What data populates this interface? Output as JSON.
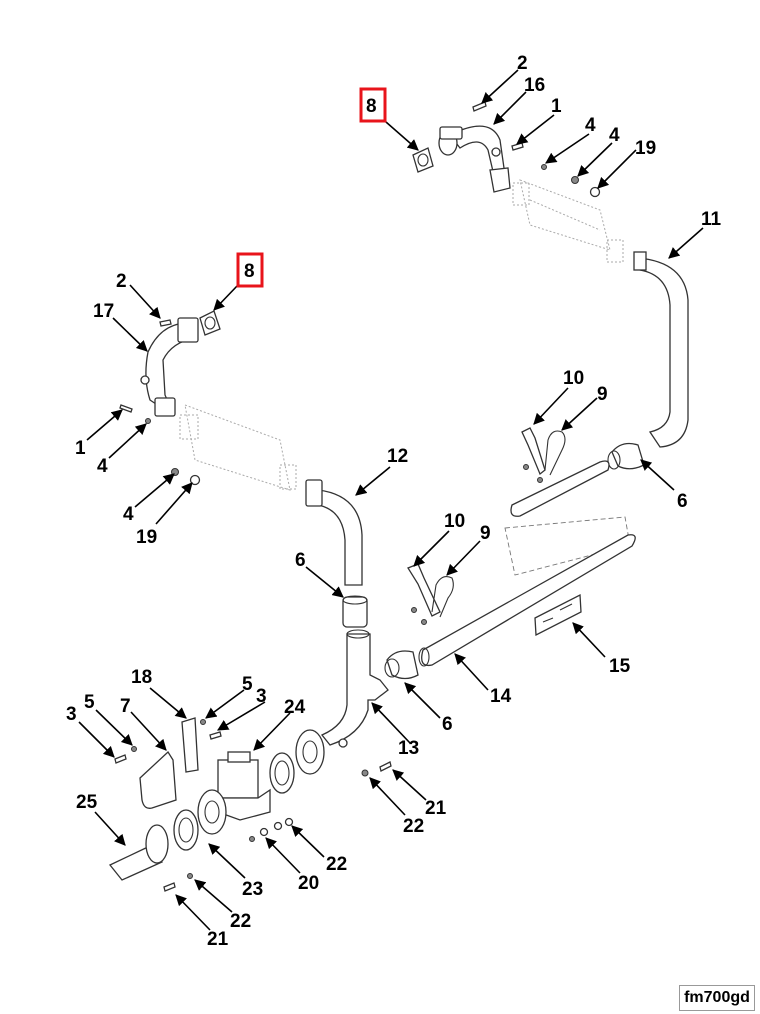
{
  "figure_id": "fm700gd",
  "highlight_color": "#e8141b",
  "callouts": {
    "top_8": "8",
    "top_2": "2",
    "top_16": "16",
    "top_1": "1",
    "top_4a": "4",
    "top_4b": "4",
    "top_19": "19",
    "right_11": "11",
    "left_8": "8",
    "left_2": "2",
    "left_17": "17",
    "left_1": "1",
    "left_4a": "4",
    "left_4b": "4",
    "left_19": "19",
    "upper_10": "10",
    "upper_9": "9",
    "upper_6": "6",
    "mid_12": "12",
    "mid_6": "6",
    "mid_10": "10",
    "mid_9": "9",
    "mid_15": "15",
    "mid_14": "14",
    "mid_6b": "6",
    "mid_13": "13",
    "low_18": "18",
    "low_5a": "5",
    "low_3a": "3",
    "low_24": "24",
    "low_3b": "3",
    "low_5b": "5",
    "low_7": "7",
    "low_25": "25",
    "low_21a": "21",
    "low_22a": "22",
    "low_22b": "22",
    "low_20": "20",
    "low_23": "23",
    "low_22c": "22",
    "low_21b": "21"
  },
  "highlighted_callouts": [
    "top_8",
    "left_8"
  ]
}
